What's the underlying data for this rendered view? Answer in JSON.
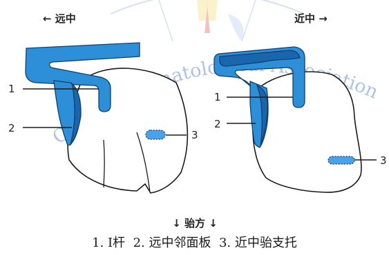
{
  "direction_labels": {
    "left": "← 远中",
    "right": "近中 →",
    "bottom": "↓ 骀方 ↓"
  },
  "callouts": {
    "left_1": "1",
    "left_2": "2",
    "left_3": "3",
    "right_1": "1",
    "right_2": "2",
    "right_3": "3"
  },
  "watermark": {
    "text": "Chinese Stomatological Association",
    "color": "#4a78c4"
  },
  "caption": "1. I杆  2. 远中邻面板  3. 近中骀支托",
  "colors": {
    "component_blue": "#2e8fd9",
    "component_dark_blue": "#1a66ad",
    "outline": "#1a1a1a"
  }
}
